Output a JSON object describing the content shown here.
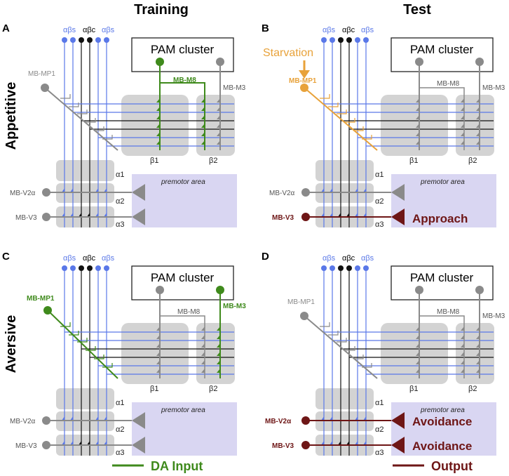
{
  "header": {
    "training": "Training",
    "test": "Test"
  },
  "rows": {
    "appetitive": "Appetitive",
    "aversive": "Aversive"
  },
  "panels": [
    {
      "letter": "A",
      "pam": "PAM cluster",
      "mp1": "MB-MP1",
      "m8": "MB-M8",
      "m3": "MB-M3",
      "v2": "MB-V2α",
      "v3": "MB-V3",
      "premotor": "premotor area",
      "beta1": "β1",
      "beta2": "β2",
      "alpha1": "α1",
      "alpha2": "α2",
      "alpha3": "α3",
      "abs_left": "αβs",
      "abc": "αβc",
      "abs_right": "αβs",
      "extra": "",
      "extra2": "",
      "out_v2": "",
      "out_v3": ""
    },
    {
      "letter": "B",
      "pam": "PAM cluster",
      "mp1": "MB-MP1",
      "m8": "MB-M8",
      "m3": "MB-M3",
      "v2": "MB-V2α",
      "v3": "MB-V3",
      "premotor": "premotor area",
      "beta1": "β1",
      "beta2": "β2",
      "alpha1": "α1",
      "alpha2": "α2",
      "alpha3": "α3",
      "abs_left": "αβs",
      "abc": "αβc",
      "abs_right": "αβs",
      "extra": "Starvation",
      "extra2": "",
      "out_v2": "",
      "out_v3": "Approach"
    },
    {
      "letter": "C",
      "pam": "PAM cluster",
      "mp1": "MB-MP1",
      "m8": "MB-M8",
      "m3": "MB-M3",
      "v2": "MB-V2α",
      "v3": "MB-V3",
      "premotor": "premotor area",
      "beta1": "β1",
      "beta2": "β2",
      "alpha1": "α1",
      "alpha2": "α2",
      "alpha3": "α3",
      "abs_left": "αβs",
      "abc": "αβc",
      "abs_right": "αβs",
      "extra": "",
      "extra2": "",
      "out_v2": "",
      "out_v3": ""
    },
    {
      "letter": "D",
      "pam": "PAM cluster",
      "mp1": "MB-MP1",
      "m8": "MB-M8",
      "m3": "MB-M3",
      "v2": "MB-V2α",
      "v3": "MB-V3",
      "premotor": "premotor area",
      "beta1": "β1",
      "beta2": "β2",
      "alpha1": "α1",
      "alpha2": "α2",
      "alpha3": "α3",
      "abs_left": "αβs",
      "abc": "αβc",
      "abs_right": "αβs",
      "extra": "",
      "extra2": "",
      "out_v2": "Avoidance",
      "out_v3": "Avoidance"
    }
  ],
  "legend": {
    "da_input": "DA Input",
    "output": "Output"
  },
  "colors": {
    "blue": "#5a78e8",
    "green": "#3f8a1c",
    "orange": "#e8a23a",
    "maroon": "#6e1616",
    "gray": "#8a8a8a",
    "lightgray": "#d3d3d3",
    "lavender": "#d9d6f2",
    "black": "#111111"
  }
}
